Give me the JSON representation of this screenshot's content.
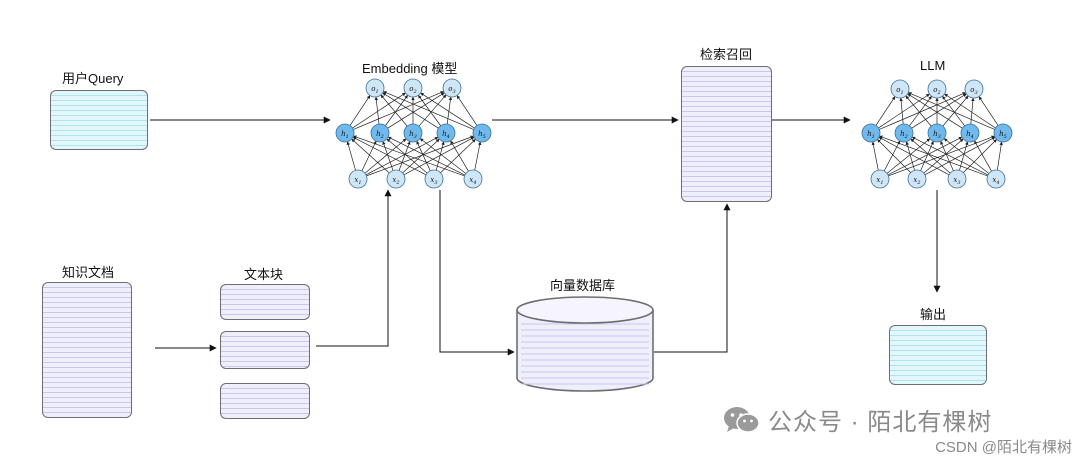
{
  "labels": {
    "user_query": "用户Query",
    "embedding_model": "Embedding 模型",
    "retrieval": "检索召回",
    "llm": "LLM",
    "knowledge_docs": "知识文档",
    "text_chunks": "文本块",
    "vector_db": "向量数据库",
    "output": "输出"
  },
  "network_nodes": {
    "output": [
      "o1",
      "o2",
      "o3"
    ],
    "hidden": [
      "h1",
      "h2",
      "h3",
      "h4",
      "h5"
    ],
    "input": [
      "x1",
      "x2",
      "x3",
      "x4"
    ]
  },
  "watermark": {
    "account": "公众号 · 陌北有棵树",
    "csdn": "CSDN @陌北有棵树",
    "icon": "wechat-icon"
  },
  "colors": {
    "node_hidden": "#6fb9ec",
    "node_light": "#cfe6f7",
    "box_blue": "#e3f6fb",
    "box_purple": "#efeefb"
  }
}
